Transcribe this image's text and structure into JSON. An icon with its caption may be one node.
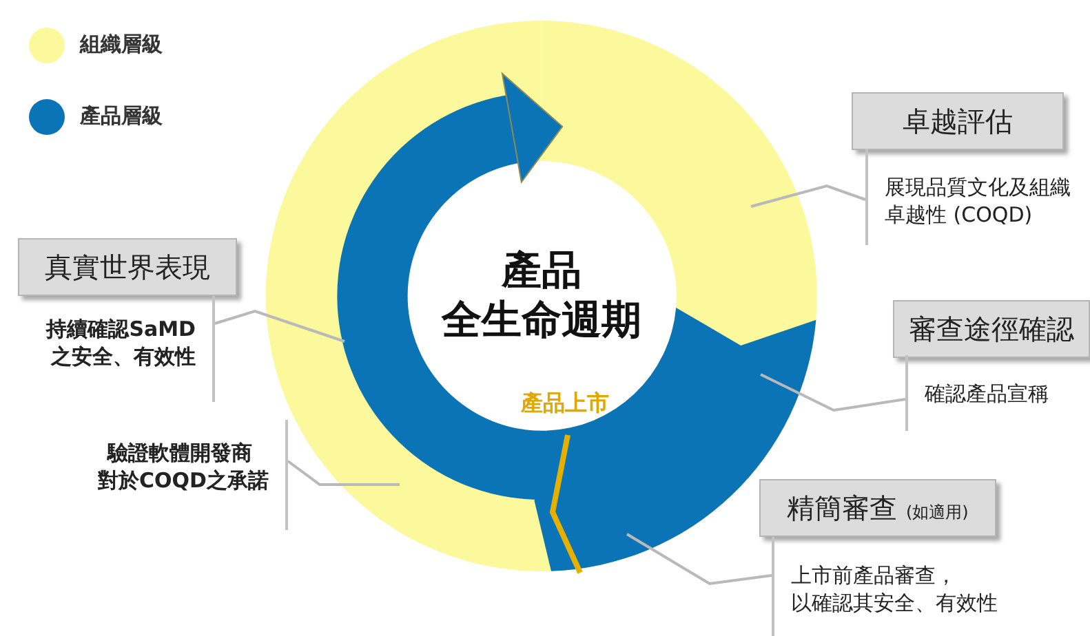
{
  "diagram": {
    "nodes": [
      {
        "text": [
          "卓越評估",
          "展現品質文化及組織卓越性 (COQD)"
        ]
      },
      {
        "text": [
          "審查途徑確認",
          "確認產品宣稱"
        ]
      },
      {
        "text": [
          "精簡審查",
          "(如適用)",
          "上市前產品審查，以確認其安全、有效性"
        ]
      },
      {
        "text": [
          "真實世界表現",
          "持續確認SaMD之安全、有效性"
        ]
      },
      {
        "text": [
          "驗證軟體開發商對於COQD之承諾"
        ]
      }
    ],
    "edges": [
      {
        "from": 0,
        "to": null,
        "arrow": "none"
      },
      {
        "from": 1,
        "to": null,
        "arrow": "none"
      },
      {
        "from": 2,
        "to": null,
        "arrow": "none"
      },
      {
        "from": 3,
        "to": null,
        "arrow": "none"
      },
      {
        "from": 4,
        "to": null,
        "arrow": "none"
      }
    ],
    "labels": [
      "產品全生命週期",
      "產品上市"
    ],
    "legend": [
      {
        "text": "組織層級",
        "color": "#fbf99c"
      },
      {
        "text": "產品層級",
        "color": "#0a74b6"
      }
    ]
  }
}
